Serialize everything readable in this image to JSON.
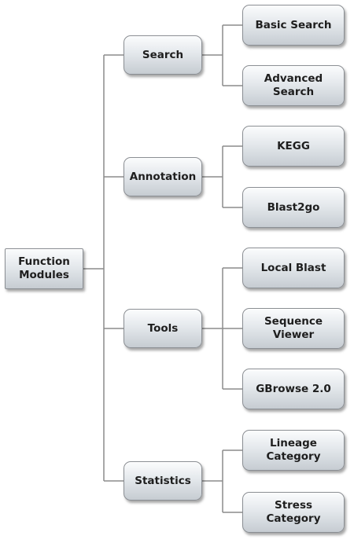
{
  "root": {
    "label": "Function\nModules"
  },
  "modules": [
    {
      "label": "Search",
      "children": [
        {
          "label": "Basic Search"
        },
        {
          "label": "Advanced\nSearch"
        }
      ]
    },
    {
      "label": "Annotation",
      "children": [
        {
          "label": "KEGG"
        },
        {
          "label": "Blast2go"
        }
      ]
    },
    {
      "label": "Tools",
      "children": [
        {
          "label": "Local Blast"
        },
        {
          "label": "Sequence\nViewer"
        },
        {
          "label": "GBrowse 2.0"
        }
      ]
    },
    {
      "label": "Statistics",
      "children": [
        {
          "label": "Lineage\nCategory"
        },
        {
          "label": "Stress\nCategory"
        }
      ]
    }
  ]
}
